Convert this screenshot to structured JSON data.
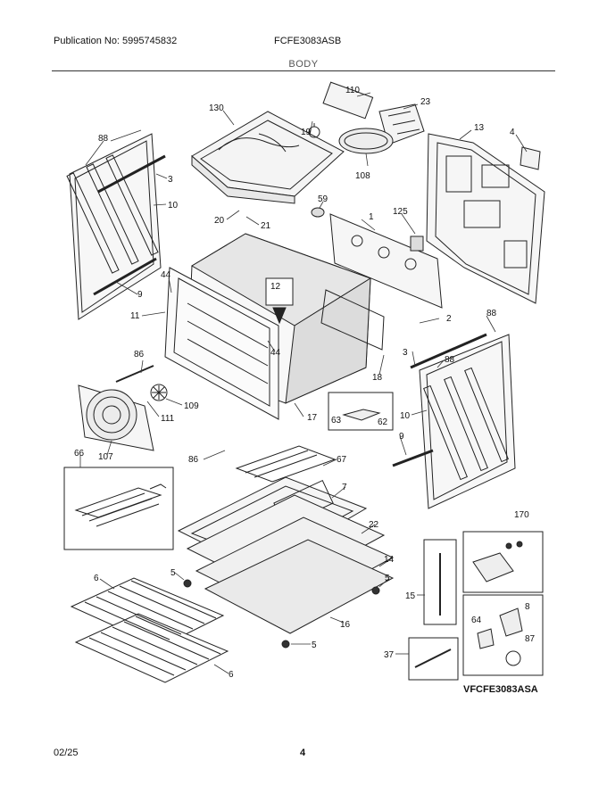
{
  "header": {
    "publication": "Publication No: 5995745832",
    "model": "FCFE3083ASB",
    "section": "BODY"
  },
  "footer": {
    "date": "02/25",
    "page": "4",
    "figure_code": "VFCFE3083ASA"
  },
  "callouts": {
    "c88a": "88",
    "c130": "130",
    "c19": "19",
    "c110": "110",
    "c23": "23",
    "c13": "13",
    "c4": "4",
    "c108": "108",
    "c3a": "3",
    "c10a": "10",
    "c59": "59",
    "c1": "1",
    "c125": "125",
    "c20": "20",
    "c21": "21",
    "c44a": "44",
    "c12": "12",
    "c9a": "9",
    "c11": "11",
    "c2": "2",
    "c88b": "88",
    "c44b": "44",
    "c3b": "3",
    "c88c": "88",
    "c86a": "86",
    "c18": "18",
    "c109": "109",
    "c111": "111",
    "c63": "63",
    "c62": "62",
    "c17": "17",
    "c10b": "10",
    "c66": "66",
    "c107": "107",
    "c86b": "86",
    "c9b": "9",
    "c67": "67",
    "c7": "7",
    "c170": "170",
    "c22": "22",
    "c6a": "6",
    "c5a": "5",
    "c14": "14",
    "c5b": "5",
    "c15": "15",
    "c8": "8",
    "c64": "64",
    "c16": "16",
    "c87": "87",
    "c5c": "5",
    "c37": "37",
    "c6b": "6"
  }
}
